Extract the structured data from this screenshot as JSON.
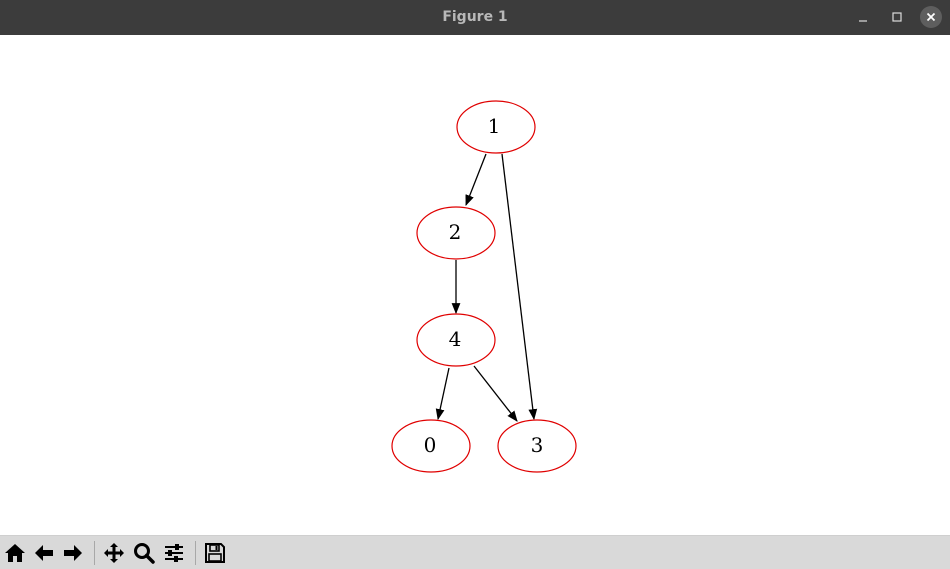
{
  "window": {
    "title": "Figure 1"
  },
  "graph": {
    "node_stroke_color": "#e00000",
    "edge_color": "#000000",
    "nodes": [
      "1",
      "2",
      "4",
      "0",
      "3"
    ],
    "edges": [
      {
        "from": "1",
        "to": "2"
      },
      {
        "from": "1",
        "to": "3"
      },
      {
        "from": "2",
        "to": "4"
      },
      {
        "from": "4",
        "to": "0"
      },
      {
        "from": "4",
        "to": "3"
      }
    ]
  },
  "toolbar": {
    "buttons": [
      {
        "name": "home-button",
        "icon": "home-icon"
      },
      {
        "name": "back-button",
        "icon": "arrow-left-icon"
      },
      {
        "name": "forward-button",
        "icon": "arrow-right-icon"
      },
      {
        "name": "pan-button",
        "icon": "move-icon"
      },
      {
        "name": "zoom-button",
        "icon": "magnifier-icon"
      },
      {
        "name": "configure-subplots-button",
        "icon": "sliders-icon"
      },
      {
        "name": "save-button",
        "icon": "floppy-disk-icon"
      }
    ]
  }
}
